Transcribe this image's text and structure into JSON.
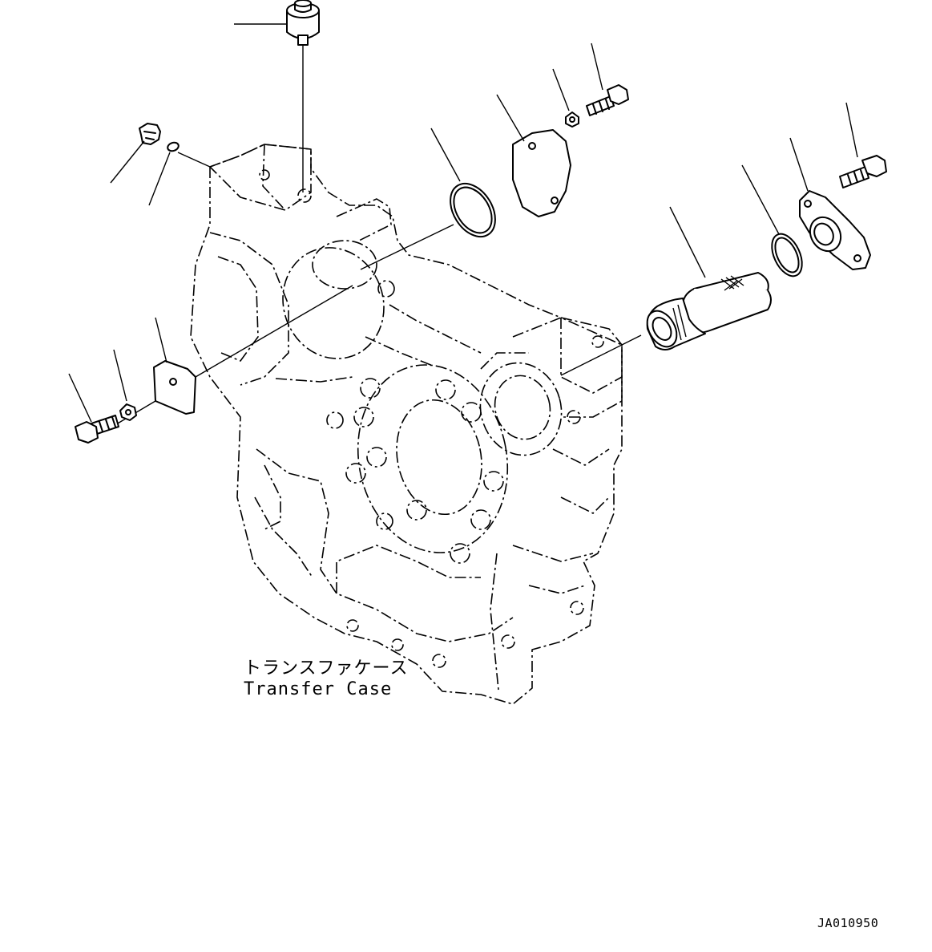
{
  "labels": {
    "case_name_jp": "トランスファケース",
    "case_name_en": "Transfer Case"
  },
  "drawing_code": "JA010950"
}
